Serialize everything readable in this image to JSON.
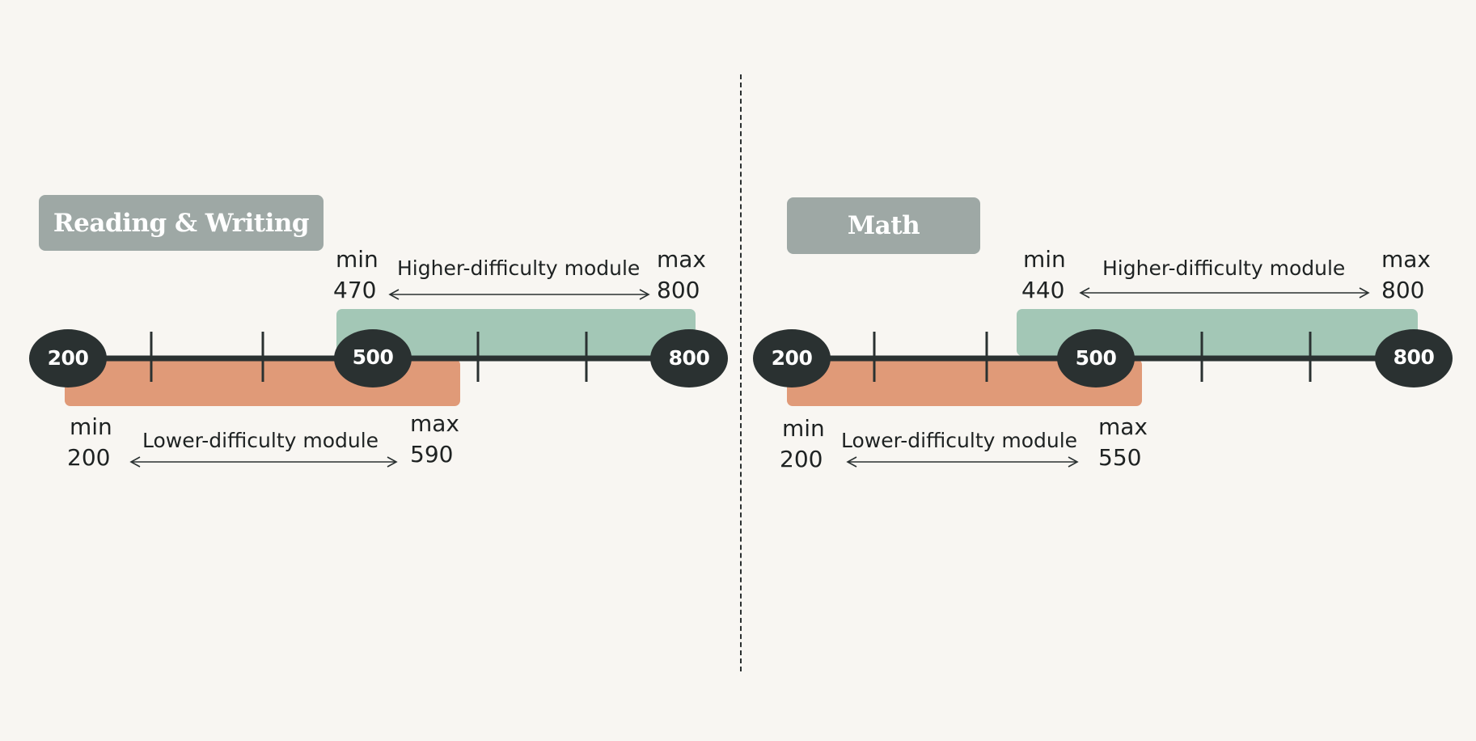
{
  "colors": {
    "background": "#f8f6f2",
    "axis": "#2a3131",
    "node": "#2a3131",
    "higher_band": "#a3c7b6",
    "lower_band": "#e09a78",
    "label_box": "#9ea8a5"
  },
  "reading_writing": {
    "title": "Reading & Writing",
    "scale_min": "200",
    "scale_mid": "500",
    "scale_max": "800",
    "higher": {
      "name": "Higher-difficulty module",
      "min_word": "min",
      "min": "470",
      "max_word": "max",
      "max": "800"
    },
    "lower": {
      "name": "Lower-difficulty module",
      "min_word": "min",
      "min": "200",
      "max_word": "max",
      "max": "590"
    }
  },
  "math": {
    "title": "Math",
    "scale_min": "200",
    "scale_mid": "500",
    "scale_max": "800",
    "higher": {
      "name": "Higher-difficulty module",
      "min_word": "min",
      "min": "440",
      "max_word": "max",
      "max": "800"
    },
    "lower": {
      "name": "Lower-difficulty module",
      "min_word": "min",
      "min": "200",
      "max_word": "max",
      "max": "550"
    }
  }
}
